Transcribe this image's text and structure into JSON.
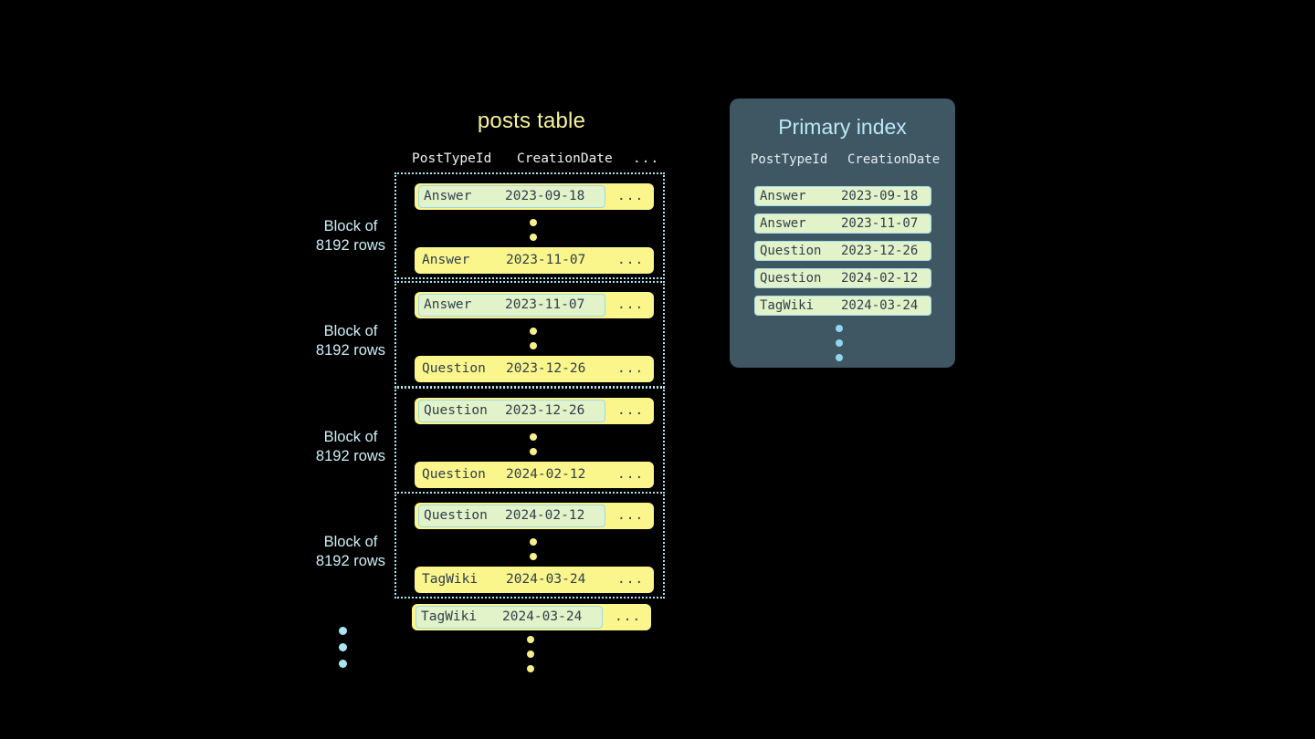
{
  "posts_table": {
    "title": "posts table",
    "columns": {
      "post_type_id": "PostTypeId",
      "creation_date": "CreationDate",
      "more": "..."
    },
    "block_label": "Block of\n8192 rows",
    "block_label_line1": "Block of",
    "block_label_line2": "8192 rows",
    "blocks": [
      {
        "label_line1": "Block of",
        "label_line2": "8192 rows",
        "first_row": {
          "post_type_id": "Answer",
          "creation_date": "2023-09-18",
          "more": "...",
          "highlighted": true
        },
        "last_row": {
          "post_type_id": "Answer",
          "creation_date": "2023-11-07",
          "more": "...",
          "highlighted": false
        }
      },
      {
        "label_line1": "Block of",
        "label_line2": "8192 rows",
        "first_row": {
          "post_type_id": "Answer",
          "creation_date": "2023-11-07",
          "more": "...",
          "highlighted": true
        },
        "last_row": {
          "post_type_id": "Question",
          "creation_date": "2023-12-26",
          "more": "...",
          "highlighted": false
        }
      },
      {
        "label_line1": "Block of",
        "label_line2": "8192 rows",
        "first_row": {
          "post_type_id": "Question",
          "creation_date": "2023-12-26",
          "more": "...",
          "highlighted": true
        },
        "last_row": {
          "post_type_id": "Question",
          "creation_date": "2024-02-12",
          "more": "...",
          "highlighted": false
        }
      },
      {
        "label_line1": "Block of",
        "label_line2": "8192 rows",
        "first_row": {
          "post_type_id": "Question",
          "creation_date": "2024-02-12",
          "more": "...",
          "highlighted": true
        },
        "last_row": {
          "post_type_id": "TagWiki",
          "creation_date": "2024-03-24",
          "more": "...",
          "highlighted": false
        }
      }
    ],
    "trailing_row": {
      "post_type_id": "TagWiki",
      "creation_date": "2024-03-24",
      "more": "...",
      "highlighted": true
    }
  },
  "primary_index": {
    "title": "Primary index",
    "columns": {
      "post_type_id": "PostTypeId",
      "creation_date": "CreationDate"
    },
    "rows": [
      {
        "post_type_id": "Answer",
        "creation_date": "2023-09-18"
      },
      {
        "post_type_id": "Answer",
        "creation_date": "2023-11-07"
      },
      {
        "post_type_id": "Question",
        "creation_date": "2023-12-26"
      },
      {
        "post_type_id": "Question",
        "creation_date": "2024-02-12"
      },
      {
        "post_type_id": "TagWiki",
        "creation_date": "2024-03-24"
      }
    ]
  },
  "colors": {
    "background": "#000000",
    "row_yellow": "#fbf68c",
    "key_chip_green": "#e2f2c9",
    "key_chip_border": "#9fd8ea",
    "block_border": "#a9e6f5",
    "title_yellow": "#f7f39a",
    "panel_bg": "#3f5663",
    "panel_title": "#b9e8f7",
    "label_blue": "#cdeff8",
    "text_dark": "#2f3f4c",
    "header_text": "#eef2f3"
  }
}
